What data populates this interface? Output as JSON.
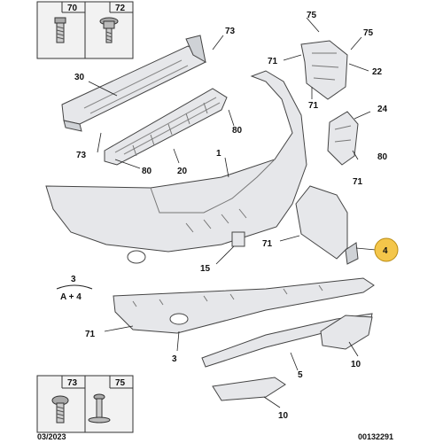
{
  "labels": {
    "fastener_70": "70",
    "fastener_72": "72",
    "fastener_73_bottom": "73",
    "fastener_75_bottom": "75",
    "p75a": "75",
    "p75b": "75",
    "p73_top": "73",
    "p30": "30",
    "p71_topright": "71",
    "p22": "22",
    "p71_mid": "71",
    "p24": "24",
    "p80_a": "80",
    "p80_b": "80",
    "p80_c": "80",
    "p73_left": "73",
    "p20": "20",
    "p1": "1",
    "p71_right": "71",
    "p71_lower": "71",
    "p4": "4",
    "p15": "15",
    "p3_legend": "3",
    "legend_formula": "A + 4",
    "p71_left": "71",
    "p3": "3",
    "p5": "5",
    "p10_a": "10",
    "p10_b": "10"
  },
  "footer": {
    "date": "03/2023",
    "reference": "00132291"
  },
  "colors": {
    "highlight": "#f4c64a",
    "part_fill": "#e6e7ea",
    "inset_bg": "#f2f2f2"
  }
}
